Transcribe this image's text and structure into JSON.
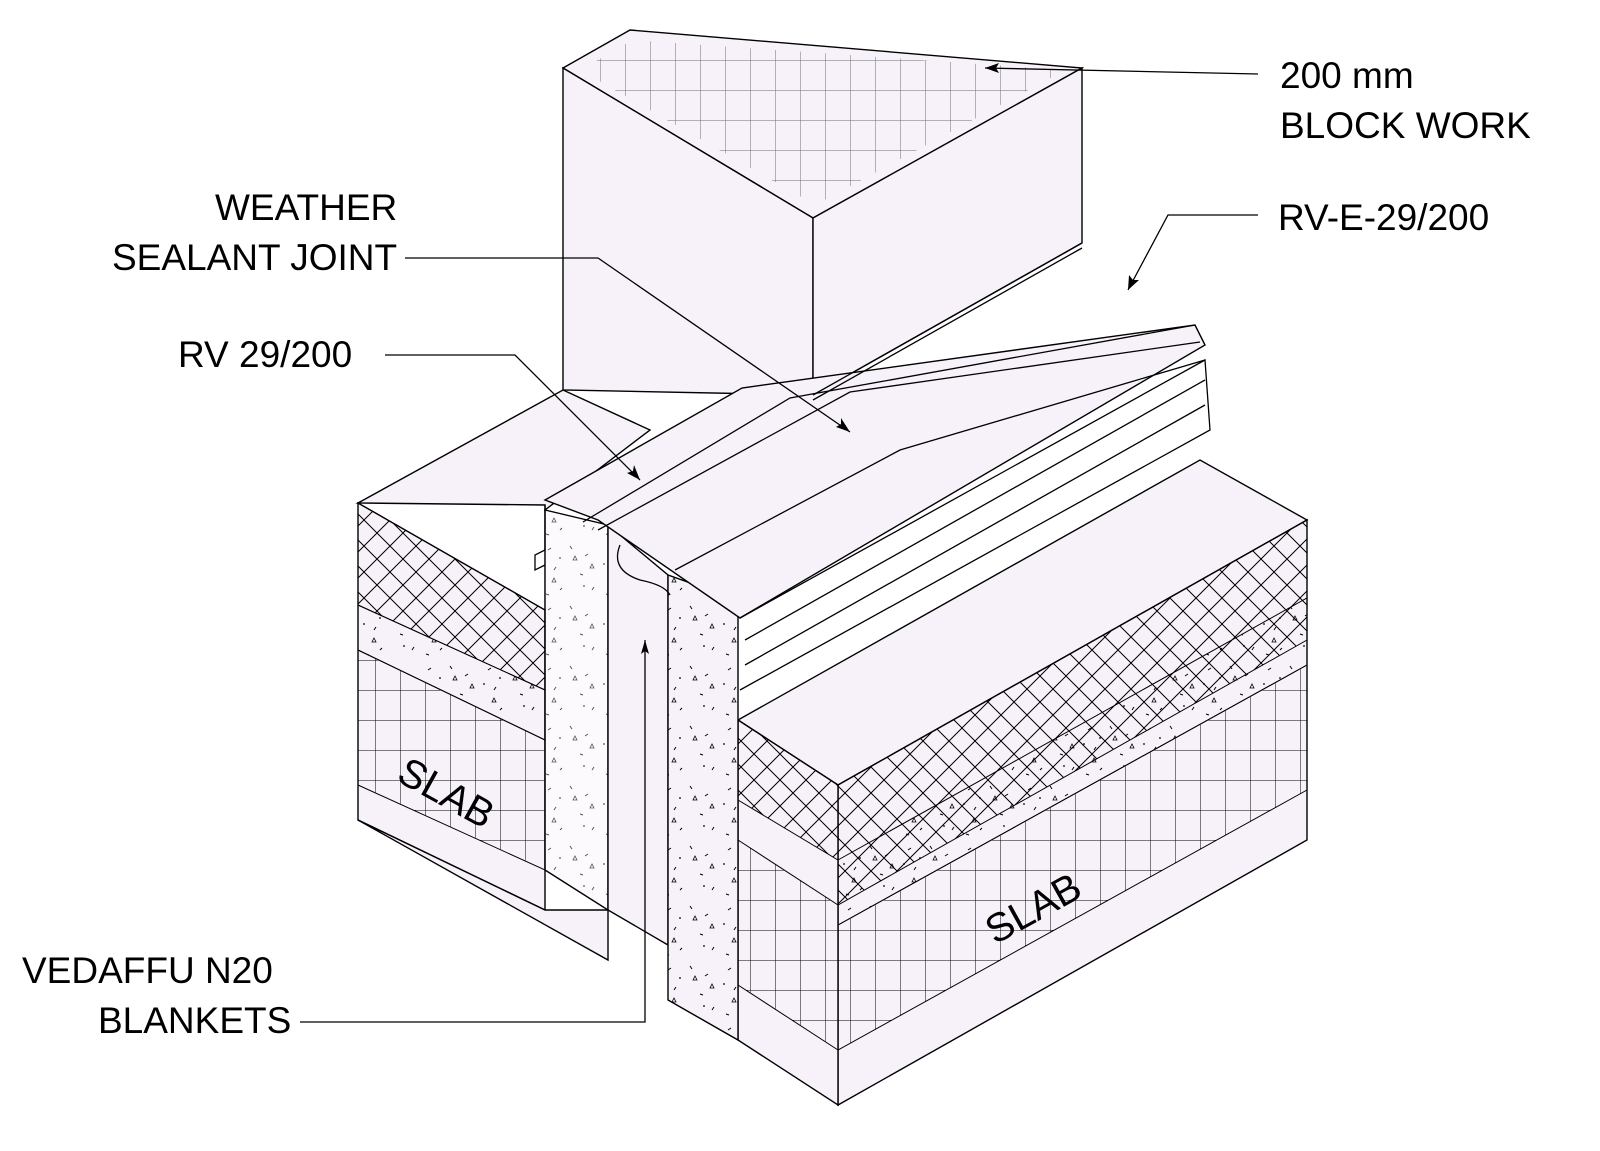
{
  "labels": {
    "block_work_size": "200 mm",
    "block_work": "BLOCK WORK",
    "rv_e": "RV-E-29/200",
    "weather": "WEATHER",
    "sealant_joint": "SEALANT JOINT",
    "rv": "RV 29/200",
    "vedaffu": "VEDAFFU N20",
    "blankets": "BLANKETS",
    "slab_left": "SLAB",
    "slab_right": "SLAB"
  },
  "colors": {
    "face_fill": "#f7f2fa",
    "line": "#000000",
    "paper": "#ffffff"
  }
}
